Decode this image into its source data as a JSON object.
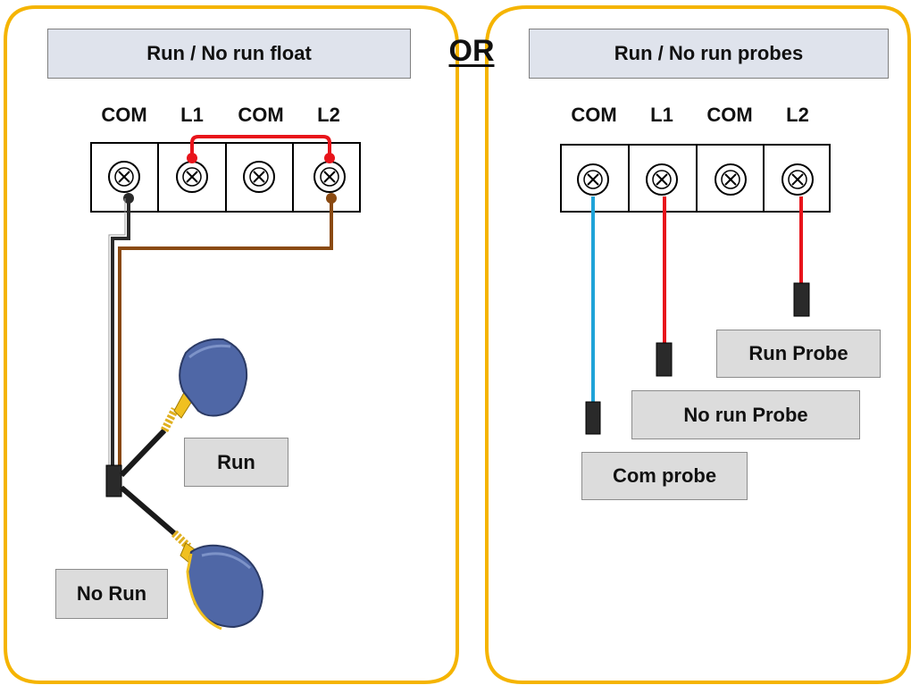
{
  "left_panel": {
    "title": "Run / No run float",
    "terminals": [
      "COM",
      "L1",
      "COM",
      "L2"
    ],
    "labels": {
      "run": "Run",
      "no_run": "No Run"
    }
  },
  "or_label": "OR",
  "right_panel": {
    "title": "Run / No run probes",
    "terminals": [
      "COM",
      "L1",
      "COM",
      "L2"
    ],
    "labels": {
      "run_probe": "Run Probe",
      "no_run_probe": "No run Probe",
      "com_probe": "Com probe"
    }
  },
  "colors": {
    "panel_border": "#f5b400",
    "title_fill": "#dfe3ec",
    "wire_red": "#e8141b",
    "wire_brown": "#8a4a12",
    "wire_black": "#2a2a2a",
    "wire_blue": "#1fa3d8",
    "float_body": "#4f67a6",
    "float_cap": "#f0c020"
  }
}
